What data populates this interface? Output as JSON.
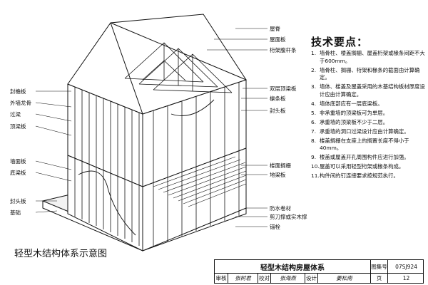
{
  "diagram": {
    "top_labels": [
      "屋脊",
      "屋面板",
      "桁架腹杆条"
    ],
    "right_labels": [
      "双层顶梁板",
      "檩条板",
      "封头板"
    ],
    "right_lower_labels": [
      "楼面搁栅",
      "地梁板",
      "防水卷材",
      "剪刀撑或实木撑",
      "锚栓"
    ],
    "left_upper_labels": [
      "封檐板",
      "外墙龙骨",
      "过梁",
      "顶梁板"
    ],
    "left_lower_labels": [
      "墙面板",
      "底梁板",
      "封头板",
      "基础"
    ]
  },
  "technical_points": {
    "title": "技术要点：",
    "items": [
      {
        "no": "1.",
        "text": "墙骨柱、楼盖搁栅、屋盖桁架或椽条间距不大于600mm。"
      },
      {
        "no": "2.",
        "text": "墙骨柱、搁栅、桁架和椽条的截面由计算确定。"
      },
      {
        "no": "3.",
        "text": "墙体、楼盖及屋盖采用的木基结构板材厚度设计应由计算确定。"
      },
      {
        "no": "4.",
        "text": "墙体底部应有一层底梁板。"
      },
      {
        "no": "5.",
        "text": "非承重墙的顶梁板可为单层。"
      },
      {
        "no": "6.",
        "text": "承重墙的顶梁板不少于二层。"
      },
      {
        "no": "7.",
        "text": "承重墙的洞口过梁设计应由计算确定。"
      },
      {
        "no": "8.",
        "text": "楼盖搁栅在支座上的搁置长度不得小于40mm。"
      },
      {
        "no": "9.",
        "text": "楼盖或屋盖开孔周围构件应进行加强。"
      },
      {
        "no": "10.",
        "text": "屋盖可以采用轻型桁架或椽条构成。"
      },
      {
        "no": "11.",
        "text": "构件间的钉连接要求按规范执行。"
      }
    ]
  },
  "caption": "轻型木结构体系示意图",
  "title_block": {
    "title": "轻型木结构房屋体系",
    "atlas_label": "图集号",
    "atlas_no": "07SJ924",
    "review_label": "审核",
    "review_name": "张树君",
    "check_label": "校对",
    "check_name": "张海燕",
    "design_label": "设计",
    "design_name": "姜松南",
    "page_label": "页",
    "page_no": "12"
  }
}
